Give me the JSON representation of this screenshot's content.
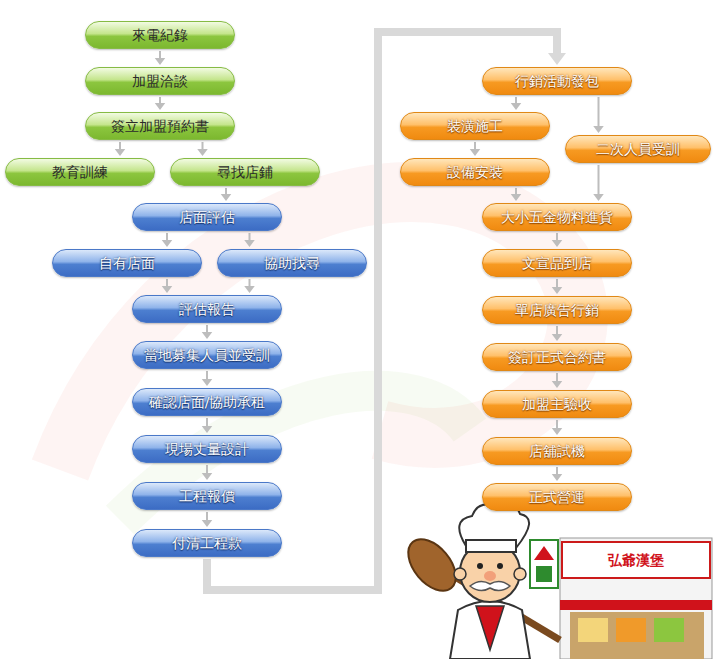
{
  "diagram": {
    "nodes": [
      {
        "text": [
          "來電紀錄"
        ]
      },
      {
        "text": [
          "加盟洽談"
        ]
      },
      {
        "text": [
          "簽立加盟預約書"
        ]
      },
      {
        "text": [
          "教育訓練"
        ]
      },
      {
        "text": [
          "尋找店鋪"
        ]
      },
      {
        "text": [
          "店面評估"
        ]
      },
      {
        "text": [
          "自有店面"
        ]
      },
      {
        "text": [
          "協助找尋"
        ]
      },
      {
        "text": [
          "評估報告"
        ]
      },
      {
        "text": [
          "當地募集人員並受訓"
        ]
      },
      {
        "text": [
          "確認店面/協助承租"
        ]
      },
      {
        "text": [
          "現場丈量設計"
        ]
      },
      {
        "text": [
          "工程報價"
        ]
      },
      {
        "text": [
          "付清工程款"
        ]
      },
      {
        "text": [
          "行銷活動發包"
        ]
      },
      {
        "text": [
          "裝潢施工"
        ]
      },
      {
        "text": [
          "二次人員受訓"
        ]
      },
      {
        "text": [
          "設備安裝"
        ]
      },
      {
        "text": [
          "大小五金物料進貨"
        ]
      },
      {
        "text": [
          "文宣品到店"
        ]
      },
      {
        "text": [
          "單店廣告行銷"
        ]
      },
      {
        "text": [
          "簽訂正式合約書"
        ]
      },
      {
        "text": [
          "加盟主驗收"
        ]
      },
      {
        "text": [
          "店舖試機"
        ]
      },
      {
        "text": [
          "正式營運"
        ]
      }
    ],
    "edges": [
      {
        "from": 0,
        "to": 1,
        "arrow": "to"
      },
      {
        "from": 1,
        "to": 2,
        "arrow": "to"
      },
      {
        "from": 2,
        "to": 3,
        "arrow": "to"
      },
      {
        "from": 2,
        "to": 4,
        "arrow": "to"
      },
      {
        "from": 4,
        "to": 5,
        "arrow": "to"
      },
      {
        "from": 5,
        "to": 6,
        "arrow": "to"
      },
      {
        "from": 5,
        "to": 7,
        "arrow": "to"
      },
      {
        "from": 6,
        "to": 8,
        "arrow": "to"
      },
      {
        "from": 7,
        "to": 8,
        "arrow": "to"
      },
      {
        "from": 8,
        "to": 9,
        "arrow": "to"
      },
      {
        "from": 9,
        "to": 10,
        "arrow": "to"
      },
      {
        "from": 10,
        "to": 11,
        "arrow": "to"
      },
      {
        "from": 11,
        "to": 12,
        "arrow": "to"
      },
      {
        "from": 12,
        "to": 13,
        "arrow": "to"
      },
      {
        "from": 13,
        "to": 14,
        "arrow": "to"
      },
      {
        "from": 14,
        "to": 15,
        "arrow": "to"
      },
      {
        "from": 14,
        "to": 16,
        "arrow": "to"
      },
      {
        "from": 15,
        "to": 17,
        "arrow": "to"
      },
      {
        "from": 17,
        "to": 18,
        "arrow": "to"
      },
      {
        "from": 16,
        "to": 18,
        "arrow": "to"
      },
      {
        "from": 18,
        "to": 19,
        "arrow": "to"
      },
      {
        "from": 19,
        "to": 20,
        "arrow": "to"
      },
      {
        "from": 20,
        "to": 21,
        "arrow": "to"
      },
      {
        "from": 21,
        "to": 22,
        "arrow": "to"
      },
      {
        "from": 22,
        "to": 23,
        "arrow": "to"
      },
      {
        "from": 23,
        "to": 24,
        "arrow": "to"
      }
    ],
    "labels": [
      "弘爺漢堡"
    ]
  }
}
